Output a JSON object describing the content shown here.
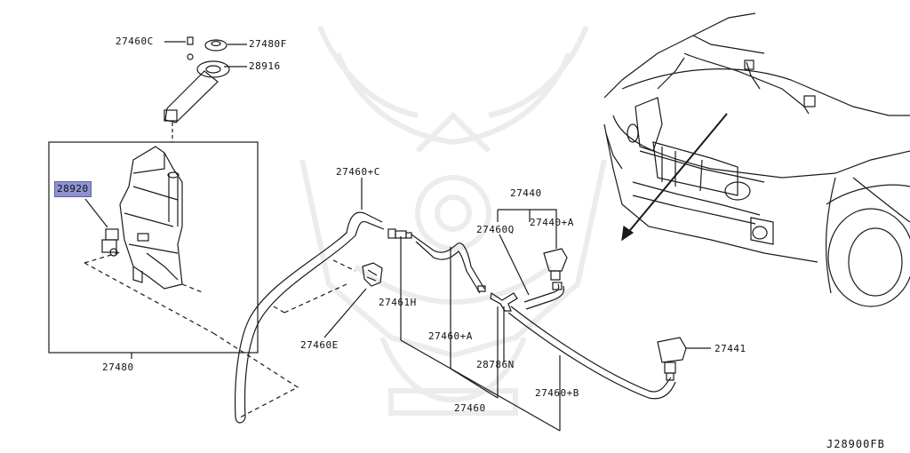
{
  "diagram_code": "J28900FB",
  "labels": {
    "p27460C": "27460C",
    "p27480F": "27480F",
    "p28916": "28916",
    "p28920": "28920",
    "p27480": "27480",
    "p27460plusC": "27460+C",
    "p27460E": "27460E",
    "p27461H": "27461H",
    "p27460plusA": "27460+A",
    "p28786N": "28786N",
    "p27460": "27460",
    "p27460plusB": "27460+B",
    "p27440": "27440",
    "p27440plusA": "27440+A",
    "p27460Q": "27460Q",
    "p27441": "27441"
  },
  "highlighted_part": "28920",
  "colors": {
    "line": "#1a1a1a",
    "highlight": "#8f92d0",
    "watermark": "#ececec"
  }
}
